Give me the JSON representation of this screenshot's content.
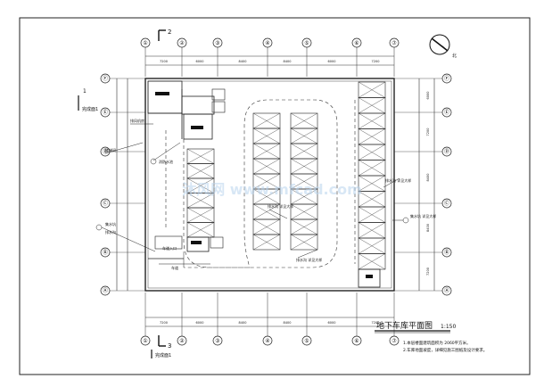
{
  "drawing": {
    "title": "地下车库平面图",
    "scale": "1:150",
    "notes": [
      "1.本层楼面建筑面积为 2060平方米。",
      "2.车库地面坡度，详细见施工图纸及设计要求。"
    ],
    "section_mark_top": "2",
    "section_mark_bottom": "3",
    "section_label_left_top": "1",
    "section_label_left_top_text": "完成面1",
    "section_label_left_bottom_text": "完成面1",
    "north_label": "北"
  },
  "grid": {
    "columns": [
      "①",
      "②",
      "③",
      "④",
      "⑤",
      "⑥",
      "⑦"
    ],
    "rows": [
      "Ⓕ",
      "Ⓔ",
      "Ⓓ",
      "Ⓒ",
      "Ⓑ",
      "Ⓐ"
    ],
    "top_dims": [
      "7200",
      "6000",
      "8400",
      "8400",
      "6000",
      "7200"
    ],
    "bottom_dims": [
      "7200",
      "6000",
      "8400",
      "8400",
      "6000",
      "7200"
    ],
    "right_dims": [
      "6000",
      "7200",
      "8400",
      "8400",
      "7200"
    ]
  },
  "annotations": {
    "left_callouts": [
      "排风机房",
      "消防水池",
      "楼梯间",
      "集水坑",
      "排水沟",
      "车道"
    ],
    "ramp_label": "车道入口",
    "right_callouts": [
      "排水沟 详见大样",
      "集水坑 详见大样"
    ],
    "center_callouts": [
      "排水沟 详见大样",
      "排水沟 详见大样"
    ]
  },
  "colors": {
    "line": "#222222",
    "dim_line": "#333333",
    "watermark": "#b9d4ee"
  },
  "watermark_text": "沐风网 www.mfcad.com"
}
